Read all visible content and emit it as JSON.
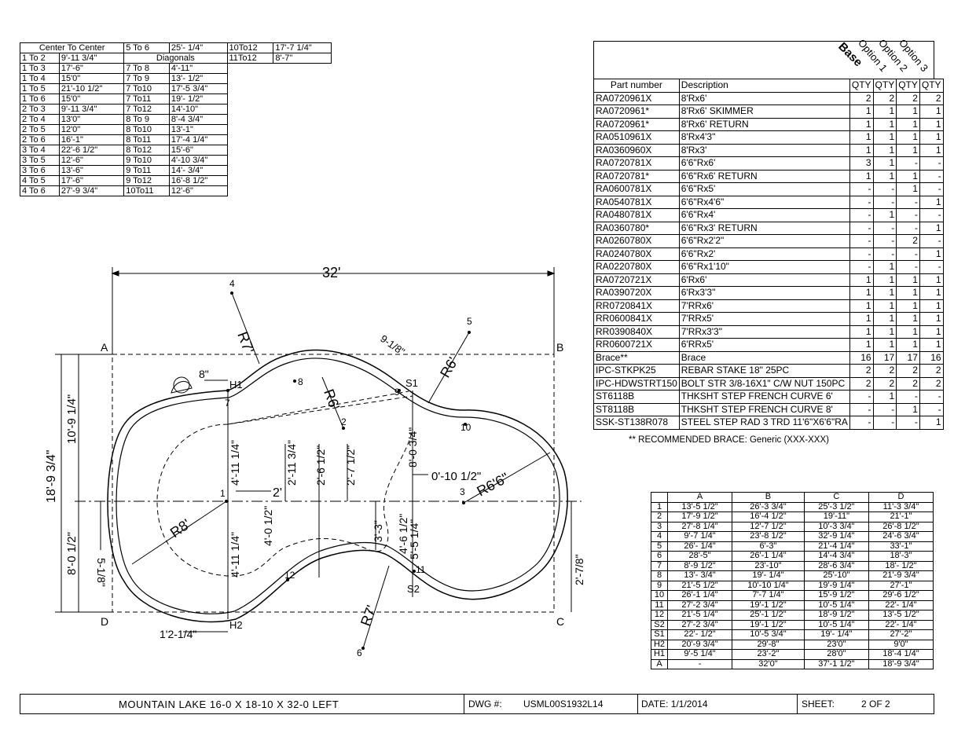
{
  "title_block": {
    "pool_name": "MOUNTAIN LAKE 16-0 X 18-10 X 32-0 LEFT",
    "dwg_label": "DWG #:",
    "dwg_number": "USML00S1932L14",
    "date": "DATE:  1/1/2014",
    "sheet_label": "SHEET:",
    "sheet_value": "2 OF 2"
  },
  "center_table": {
    "header": "Center To Center",
    "diagonals_header": "Diagonals",
    "col1": [
      [
        "1 To 2",
        "9'-11 3/4\""
      ],
      [
        "1 To 3",
        "17'-6\""
      ],
      [
        "1 To 4",
        "15'0\""
      ],
      [
        "1 To 5",
        "21'-10 1/2\""
      ],
      [
        "1 To 6",
        "15'0\""
      ],
      [
        "2 To 3",
        "9'-11 3/4\""
      ],
      [
        "2 To 4",
        "13'0\""
      ],
      [
        "2 To 5",
        "12'0\""
      ],
      [
        "2 To 6",
        "16'-1\""
      ],
      [
        "3 To 4",
        "22'-6 1/2\""
      ],
      [
        "3 To 5",
        "12'-6\""
      ],
      [
        "3 To 6",
        "13'-6\""
      ],
      [
        "4 To 5",
        "17'-6\""
      ],
      [
        "4 To 6",
        "27'-9 3/4\""
      ]
    ],
    "col2_top": [
      "5 To 6",
      "25'- 1/4\""
    ],
    "col2": [
      [
        "7 To 8",
        "4'-11\""
      ],
      [
        "7 To 9",
        "13'- 1/2\""
      ],
      [
        "7 To10",
        "17'-5 3/4\""
      ],
      [
        "7 To11",
        "19'- 1/2\""
      ],
      [
        "7 To12",
        "14'-10\""
      ],
      [
        "8 To 9",
        "8'-4 3/4\""
      ],
      [
        "8 To10",
        "13'-1\""
      ],
      [
        "8 To11",
        "17'-4 1/4\""
      ],
      [
        "8 To12",
        "15'-6\""
      ],
      [
        "9 To10",
        "4'-10 3/4\""
      ],
      [
        "9 To11",
        "14'- 3/4\""
      ],
      [
        "9 To12",
        "16'-8 1/2\""
      ],
      [
        "10To11",
        "12'-6\""
      ]
    ],
    "col3": [
      [
        "10To12",
        "17'-7 1/4\""
      ],
      [
        "11To12",
        "8'-7\""
      ]
    ]
  },
  "parts_table": {
    "rotated_headers": [
      "Base",
      "Option 1",
      "Option 2",
      "Option 3"
    ],
    "headers": [
      "Part number",
      "Description",
      "QTY",
      "QTY",
      "QTY",
      "QTY"
    ],
    "rows": [
      [
        "RA0720961X",
        "8'Rx6'",
        "2",
        "2",
        "2",
        "2"
      ],
      [
        "RA0720961*",
        "8'Rx6' SKIMMER",
        "1",
        "1",
        "1",
        "1"
      ],
      [
        "RA0720961*",
        "8'Rx6' RETURN",
        "1",
        "1",
        "1",
        "1"
      ],
      [
        "RA0510961X",
        "8'Rx4'3\"",
        "1",
        "1",
        "1",
        "1"
      ],
      [
        "RA0360960X",
        "8'Rx3'",
        "1",
        "1",
        "1",
        "1"
      ],
      [
        "RA0720781X",
        "6'6\"Rx6'",
        "3",
        "1",
        "-",
        "-"
      ],
      [
        "RA0720781*",
        "6'6\"Rx6' RETURN",
        "1",
        "1",
        "1",
        "-"
      ],
      [
        "RA0600781X",
        "6'6\"Rx5'",
        "-",
        "-",
        "1",
        "-"
      ],
      [
        "RA0540781X",
        "6'6\"Rx4'6\"",
        "-",
        "-",
        "-",
        "1"
      ],
      [
        "RA0480781X",
        "6'6\"Rx4'",
        "-",
        "1",
        "-",
        "-"
      ],
      [
        "RA0360780*",
        "6'6\"Rx3' RETURN",
        "-",
        "-",
        "-",
        "1"
      ],
      [
        "RA0260780X",
        "6'6\"Rx2'2\"",
        "-",
        "-",
        "2",
        "-"
      ],
      [
        "RA0240780X",
        "6'6\"Rx2'",
        "-",
        "-",
        "-",
        "1"
      ],
      [
        "RA0220780X",
        "6'6\"Rx1'10\"",
        "-",
        "1",
        "-",
        "-"
      ],
      [
        "RA0720721X",
        "6'Rx6'",
        "1",
        "1",
        "1",
        "1"
      ],
      [
        "RA0390720X",
        "6'Rx3'3\"",
        "1",
        "1",
        "1",
        "1"
      ],
      [
        "RR0720841X",
        "7'RRx6'",
        "1",
        "1",
        "1",
        "1"
      ],
      [
        "RR0600841X",
        "7'RRx5'",
        "1",
        "1",
        "1",
        "1"
      ],
      [
        "RR0390840X",
        "7'RRx3'3\"",
        "1",
        "1",
        "1",
        "1"
      ],
      [
        "RR0600721X",
        "6'RRx5'",
        "1",
        "1",
        "1",
        "1"
      ],
      [
        "Brace**",
        "Brace",
        "16",
        "17",
        "17",
        "16"
      ],
      [
        "IPC-STKPK25",
        "REBAR STAKE 18\" 25PC",
        "2",
        "2",
        "2",
        "2"
      ],
      [
        "IPC-HDWSTRT150",
        "BOLT STR 3/8-16X1\" C/W NUT 150PC",
        "2",
        "2",
        "2",
        "2"
      ],
      [
        "ST6118B",
        "THKSHT STEP FRENCH CURVE 6'",
        "-",
        "1",
        "-",
        "-"
      ],
      [
        "ST8118B",
        "THKSHT STEP FRENCH CURVE 8'",
        "-",
        "-",
        "1",
        "-"
      ],
      [
        "SSK-ST138R078",
        "STEEL STEP RAD 3 TRD 11'6\"X6'6\"RA",
        "-",
        "-",
        "-",
        "1"
      ]
    ],
    "note": "** RECOMMENDED BRACE:  Generic (XXX-XXX)"
  },
  "coord_table": {
    "headers": [
      "",
      "A",
      "B",
      "C",
      "D"
    ],
    "rows": [
      [
        "1",
        "13'-5 1/2\"",
        "26'-3 3/4\"",
        "25'-3 1/2\"",
        "11'-3 3/4\""
      ],
      [
        "2",
        "17'-9 1/2\"",
        "16'-4 1/2\"",
        "19'-11\"",
        "21'-1\""
      ],
      [
        "3",
        "27'-8 1/4\"",
        "12'-7 1/2\"",
        "10'-3 3/4\"",
        "26'-8 1/2\""
      ],
      [
        "4",
        "9'-7 1/4\"",
        "23'-8 1/2\"",
        "32'-9 1/4\"",
        "24'-6 3/4\""
      ],
      [
        "5",
        "26'- 1/4\"",
        "6'-3\"",
        "21'-4 1/4\"",
        "33'-1\""
      ],
      [
        "6",
        "28'-5\"",
        "26'-1 1/4\"",
        "14'-4 3/4\"",
        "18'-3\""
      ],
      [
        "7",
        "8'-9 1/2\"",
        "23'-10\"",
        "28'-6 3/4\"",
        "18'- 1/2\""
      ],
      [
        "8",
        "13'- 3/4\"",
        "19'- 1/4\"",
        "25'-10\"",
        "21'-9 3/4\""
      ],
      [
        "9",
        "21'-5 1/2\"",
        "10'-10 1/4\"",
        "19'-9 1/4\"",
        "27'-1\""
      ],
      [
        "10",
        "26'-1 1/4\"",
        "7'-7 1/4\"",
        "15'-9 1/2\"",
        "29'-6 1/2\""
      ],
      [
        "11",
        "27'-2 3/4\"",
        "19'-1 1/2\"",
        "10'-5 1/4\"",
        "22'- 1/4\""
      ],
      [
        "12",
        "21'-5 1/4\"",
        "25'-1 1/2\"",
        "18'-9 1/2\"",
        "13'-5 1/2\""
      ],
      [
        "S2",
        "27'-2 3/4\"",
        "19'-1 1/2\"",
        "10'-5 1/4\"",
        "22'- 1/4\""
      ],
      [
        "S1",
        "22'- 1/2\"",
        "10'-5 3/4\"",
        "19'- 1/4\"",
        "27'-2\""
      ],
      [
        "H2",
        "20'-9 3/4\"",
        "29'-8\"",
        "23'0\"",
        "9'0\""
      ],
      [
        "H1",
        "9'-5 1/4\"",
        "23'-2\"",
        "28'0\"",
        "18'-4 1/4\""
      ],
      [
        "A",
        "-",
        "32'0\"",
        "37'-1 1/2\"",
        "18'-9 3/4\""
      ]
    ]
  },
  "drawing": {
    "corner_labels": [
      "A",
      "B",
      "C",
      "D"
    ],
    "point_labels": [
      "1",
      "2",
      "3",
      "4",
      "5",
      "6",
      "7",
      "8",
      "9",
      "10",
      "11",
      "12"
    ],
    "special_labels": [
      "H1",
      "H2",
      "S1",
      "S2"
    ],
    "dims": {
      "overall_length": "32'",
      "width_left": "18'-9 3/4\"",
      "width_top": "10'-9 1/4\"",
      "width_bottom": "8'-0 1/2\"",
      "h1_offset": "8\"",
      "h2_offset": "1'2-1/4\"",
      "s1_offset": "9-1/8\"",
      "right_gap": "2'-7/8\"",
      "inner_5_1_8": "5-1/8\"",
      "r7_top": "R7'",
      "r6_mid": "R6'",
      "r6_right": "R6'",
      "r8": "R8'",
      "r6_6": "R6'6\"",
      "r7_bot": "R7'",
      "d_4_11_top": "4'-11 1/4\"",
      "d_4_11_bot": "4'-11 1/4\"",
      "d_2": "2'",
      "d_2_11": "2'-11 3/4\"",
      "d_2_6": "2'-6 1/2\"",
      "d_2_7": "2'-7 1/2\"",
      "d_4_0": "4'-0 1/2\"",
      "d_3_3": "3'-3\"",
      "d_4_6": "4'-6 1/2\"",
      "d_5_5": "5'-5 1/4\"",
      "d_8_0": "8'-0 3/4\"",
      "d_0_10": "0'-10 1/2\""
    }
  }
}
